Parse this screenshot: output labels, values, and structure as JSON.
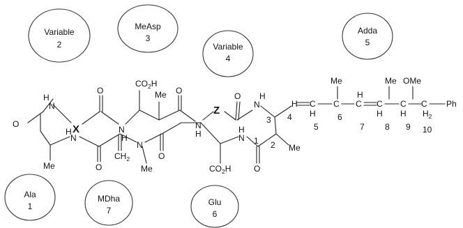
{
  "units": [
    {
      "name": "Variable",
      "number": "2"
    },
    {
      "name": "MeAsp",
      "number": "3"
    },
    {
      "name": "Variable",
      "number": "4"
    },
    {
      "name": "Adda",
      "number": "5"
    },
    {
      "name": "Ala",
      "number": "1"
    },
    {
      "name": "MDha",
      "number": "7"
    },
    {
      "name": "Glu",
      "number": "6"
    }
  ],
  "atoms": {
    "co2h": "CO",
    "co2h_sub": "2",
    "co2h_tail": "H",
    "oxygen": "O",
    "nitrogen": "N",
    "hydrogen": "H",
    "methyl": "Me",
    "methoxy": "OMe",
    "phenyl": "Ph",
    "x": "X",
    "z": "Z",
    "ch": "CH",
    "ch_sub": "2",
    "h2": "H",
    "h2_sub": "2"
  },
  "numbering": [
    "1",
    "2",
    "3",
    "4",
    "5",
    "6",
    "7",
    "8",
    "9",
    "10"
  ]
}
